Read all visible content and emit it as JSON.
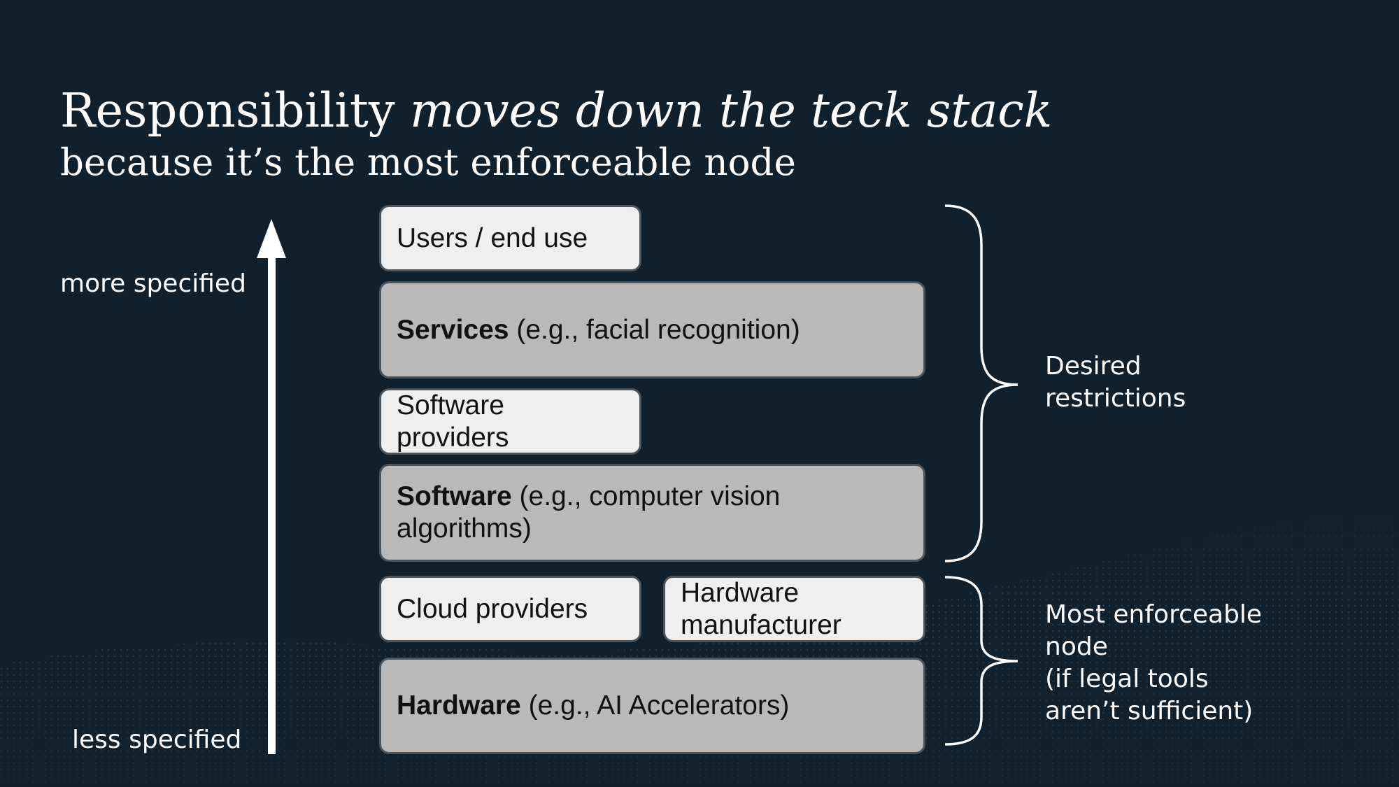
{
  "title": {
    "plain": "Responsibility",
    "italic": "moves down the teck stack"
  },
  "subtitle": "because it’s the most enforceable node",
  "axis": {
    "top_label": "more specified",
    "bottom_label": "less specified"
  },
  "stack": {
    "users": "Users / end use",
    "services_bold": "Services",
    "services_rest": "(e.g., facial recognition)",
    "software_providers": "Software providers",
    "software_bold": "Software",
    "software_rest": "(e.g., computer vision algorithms)",
    "cloud_providers": "Cloud providers",
    "hardware_manufacturer": "Hardware manufacturer",
    "hardware_bold": "Hardware",
    "hardware_rest": "(e.g., AI Accelerators)"
  },
  "braces": {
    "desired_line1": "Desired",
    "desired_line2": "restrictions",
    "enforce_line1": "Most enforceable",
    "enforce_line2": "node",
    "enforce_line3": "(if legal tools",
    "enforce_line4": "aren’t sufficient)"
  },
  "colors": {
    "background": "#11202d",
    "box_light": "#efefef",
    "box_dark": "#b9b9b9",
    "text_light": "#ffffff"
  }
}
